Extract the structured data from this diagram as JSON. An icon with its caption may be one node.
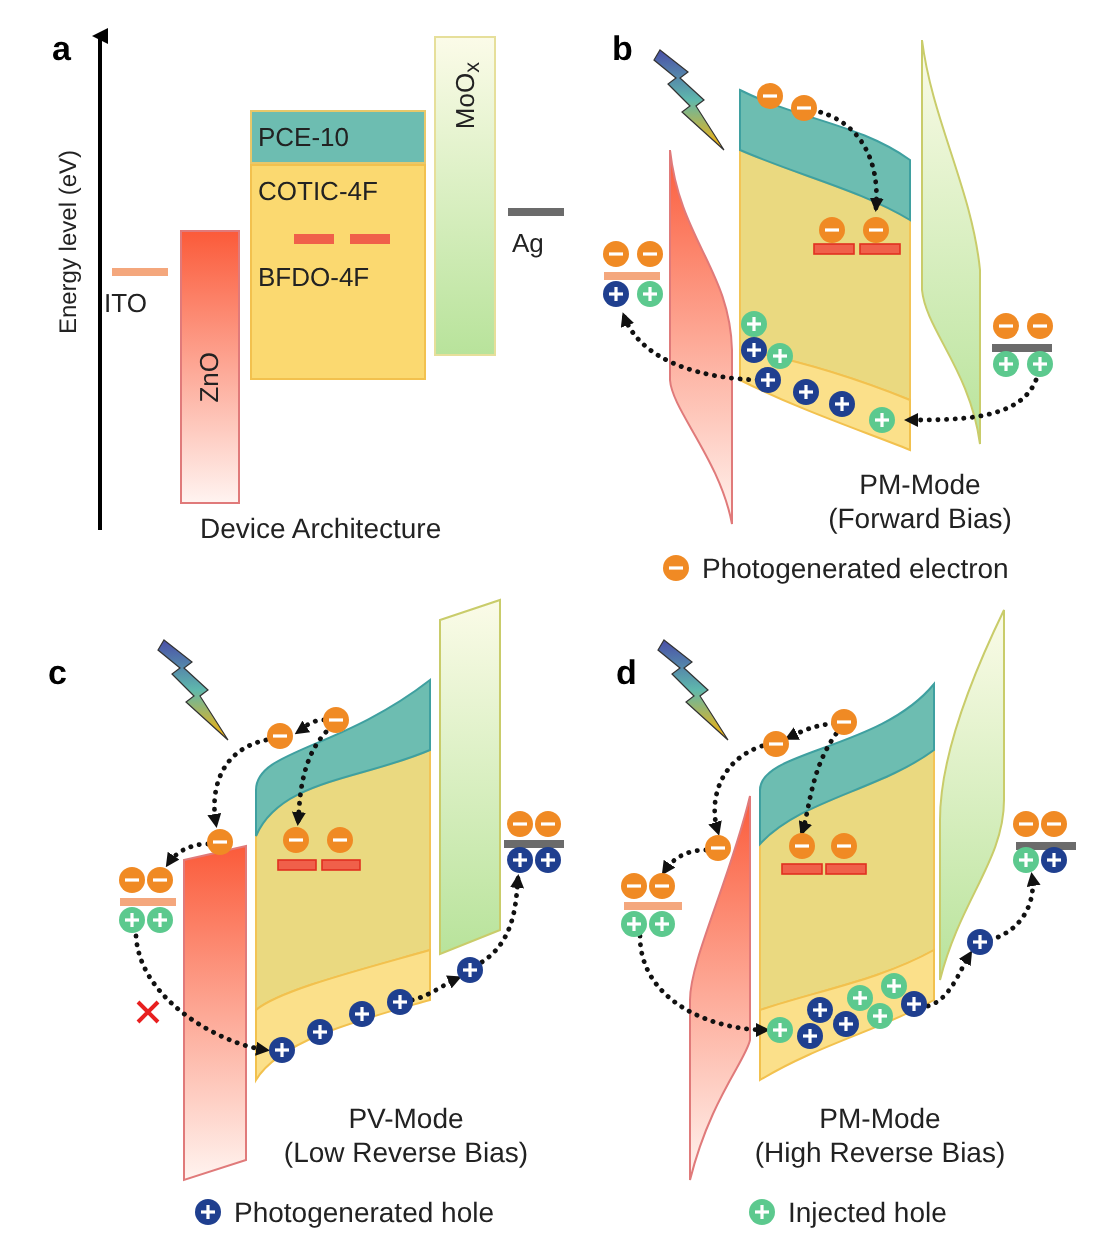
{
  "diagram": {
    "nodes": [
      {
        "text": [
          "ITO"
        ]
      },
      {
        "text": [
          "ZnO"
        ]
      },
      {
        "text": [
          "PCE-10"
        ]
      },
      {
        "text": [
          "COTIC-4F"
        ]
      },
      {
        "text": [
          "BFDO-4F"
        ],
        "in": 3
      },
      {
        "text": [
          "MoO$_{x}$"
        ]
      },
      {
        "text": [
          "Ag"
        ]
      }
    ],
    "labels": [
      "a",
      "Energy level (eV)",
      "Device Architecture",
      "b",
      "PM-Mode (Forward Bias)",
      "c",
      "PV-Mode (Low Reverse Bias)",
      "d",
      "PM-Mode (High Reverse Bias)"
    ],
    "legend": [
      {
        "text": "Photogenerated electron",
        "color": "#f08a24"
      },
      {
        "text": "Photogenerated hole",
        "color": "#1f3f8f"
      },
      {
        "text": "Injected hole",
        "color": "#5cc98e"
      }
    ]
  }
}
